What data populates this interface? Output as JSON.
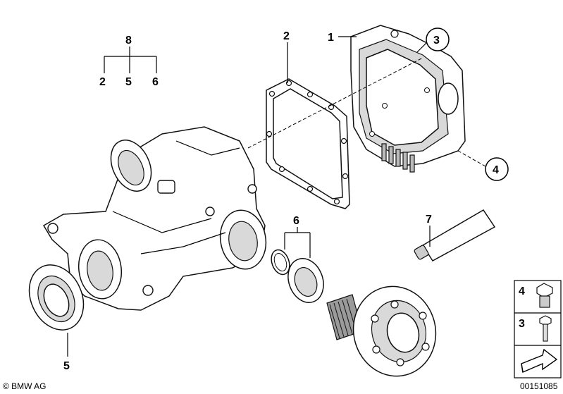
{
  "callouts": {
    "c1": "1",
    "c2": "2",
    "c3": "3",
    "c4": "4",
    "c5": "5",
    "c6": "6",
    "c7": "7",
    "c8": "8",
    "tree_2": "2",
    "tree_5": "5",
    "tree_6": "6"
  },
  "legend": {
    "item4": "4",
    "item3": "3"
  },
  "footer": {
    "copyright": "© BMW AG",
    "doc_number": "00151085"
  }
}
